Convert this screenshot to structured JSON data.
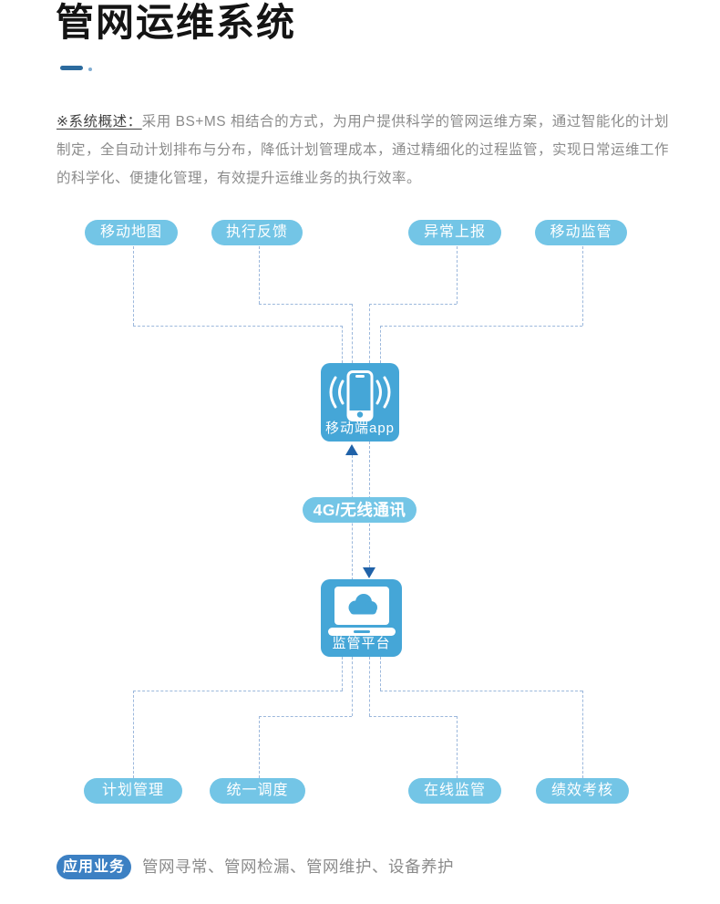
{
  "page": {
    "title": "管网运维系统"
  },
  "overview": {
    "label": "※系统概述：",
    "text": "采用 BS+MS  相结合的方式，为用户提供科学的管网运维方案，通过智能化的计划制定，全自动计划排布与分布，降低计划管理成本，通过精细化的过程监管，实现日常运维工作的科学化、便捷化管理，有效提升运维业务的执行效率。"
  },
  "diagram": {
    "top_nodes": [
      "移动地图",
      "执行反馈",
      "异常上报",
      "移动监管"
    ],
    "mobile_app": {
      "label": "移动端app",
      "icon": "smartphone-signal-icon"
    },
    "link_pill": {
      "label": "4G/无线通讯"
    },
    "platform": {
      "label": "监管平台",
      "icon": "laptop-cloud-icon"
    },
    "bottom_nodes": [
      "计划管理",
      "统一调度",
      "在线监管",
      "绩效考核"
    ]
  },
  "footer": {
    "badge": "应用业务",
    "text": "管网寻常、管网检漏、管网维护、设备养护"
  },
  "colors": {
    "pill": "#73c5e6",
    "node_box": "#45a6d7",
    "dashed_line": "#9cb8dc",
    "arrow": "#2062a8",
    "badge": "#3c80c3",
    "accent_bar": "#2c6b9e",
    "title": "#141414",
    "body_text": "#8b8b8b"
  }
}
